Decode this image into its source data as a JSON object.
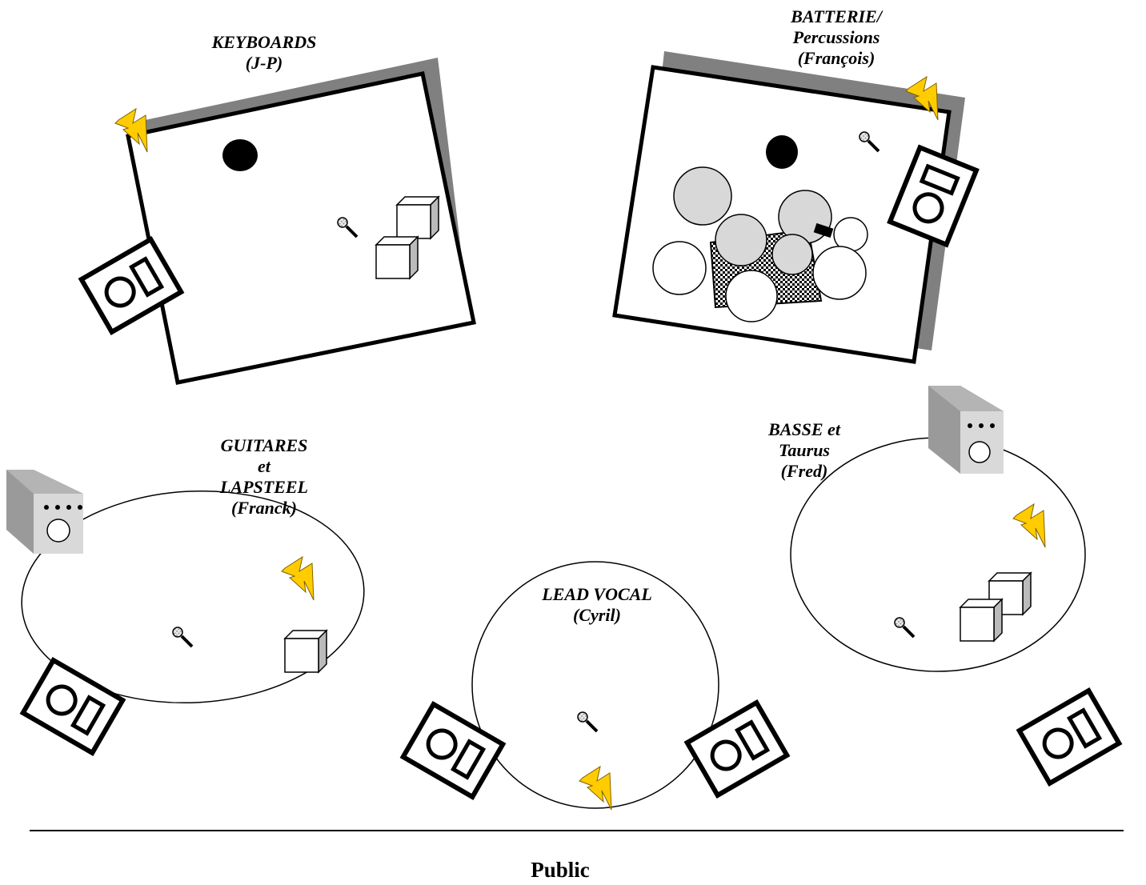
{
  "labels": {
    "keyboards": {
      "line1": "KEYBOARDS",
      "line2": "(J-P)"
    },
    "batterie": {
      "line1": "BATTERIE/",
      "line2": "Percussions",
      "line3": "(François)"
    },
    "guitares": {
      "line1": "GUITARES",
      "line2": "et",
      "line3": "LAPSTEEL",
      "line4": "(Franck)"
    },
    "basse": {
      "line1": "BASSE et",
      "line2": "Taurus",
      "line3": "(Fred)"
    },
    "vocal": {
      "line1": "LEAD VOCAL",
      "line2": "(Cyril)"
    }
  },
  "audience_label": "Public",
  "colors": {
    "outline": "#000000",
    "riser_shadow": "#808080",
    "power_bolt": "#ffcc00",
    "amp_body": "#d9d9d9",
    "drum_fill": "#d8d8d8"
  },
  "icons": [
    "power-bolt-icon",
    "microphone-icon",
    "monitor-wedge-icon",
    "amplifier-icon",
    "keyboard-stand-icon",
    "drum-kit-icon"
  ]
}
